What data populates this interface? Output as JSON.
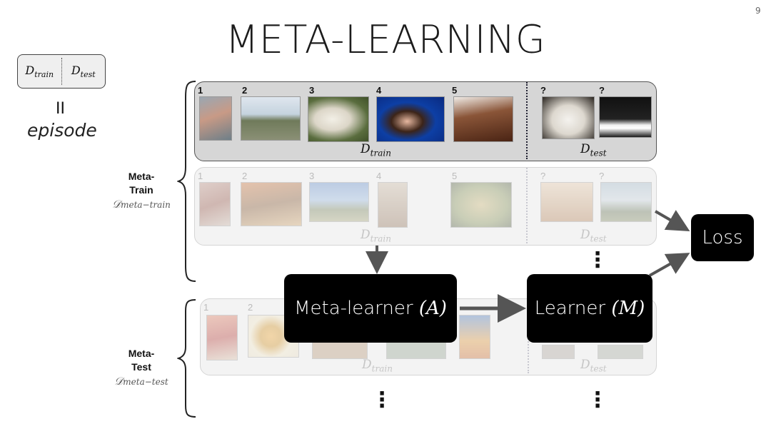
{
  "page_number": "9",
  "title": "META-LEARNING",
  "episode_box": {
    "left_main": "D",
    "left_sub": "train",
    "right_main": "D",
    "right_sub": "test",
    "equals": "II",
    "word": "episode"
  },
  "meta_train": {
    "label": "Meta-\nTrain",
    "line1": "Meta-",
    "line2": "Train",
    "symbol": "𝒟",
    "symbol_sub": "meta−train"
  },
  "meta_test": {
    "label": "Meta-\nTest",
    "line1": "Meta-",
    "line2": "Test",
    "symbol": "𝒟",
    "symbol_sub": "meta−test"
  },
  "row1": {
    "numbers": [
      "1",
      "2",
      "3",
      "4",
      "5",
      "?",
      "?"
    ],
    "image_names": [
      "bird-image",
      "tank-image",
      "dog-image",
      "singer-image",
      "piano-image",
      "dog-query-image",
      "keyboard-query-image"
    ],
    "dtrain_main": "D",
    "dtrain_sub": "train",
    "dtest_main": "D",
    "dtest_sub": "test"
  },
  "row2": {
    "numbers": [
      "1",
      "2",
      "3",
      "4",
      "5",
      "?",
      "?"
    ],
    "dtrain_main": "D",
    "dtrain_sub": "train",
    "dtest_main": "D",
    "dtest_sub": "test"
  },
  "row3": {
    "numbers": [
      "1",
      "2"
    ],
    "dtrain_main": "D",
    "dtrain_sub": "train",
    "dtest_main": "D",
    "dtest_sub": "test"
  },
  "boxes": {
    "meta_learner_text": "Meta-learner ",
    "meta_learner_var": "(A)",
    "learner_text": "Learner ",
    "learner_var": "(M)",
    "loss": "Loss"
  },
  "ellipsis": "⋮",
  "colors": {
    "box": "#000000",
    "arrow": "#555555",
    "active_row": "#d6d6d6"
  }
}
